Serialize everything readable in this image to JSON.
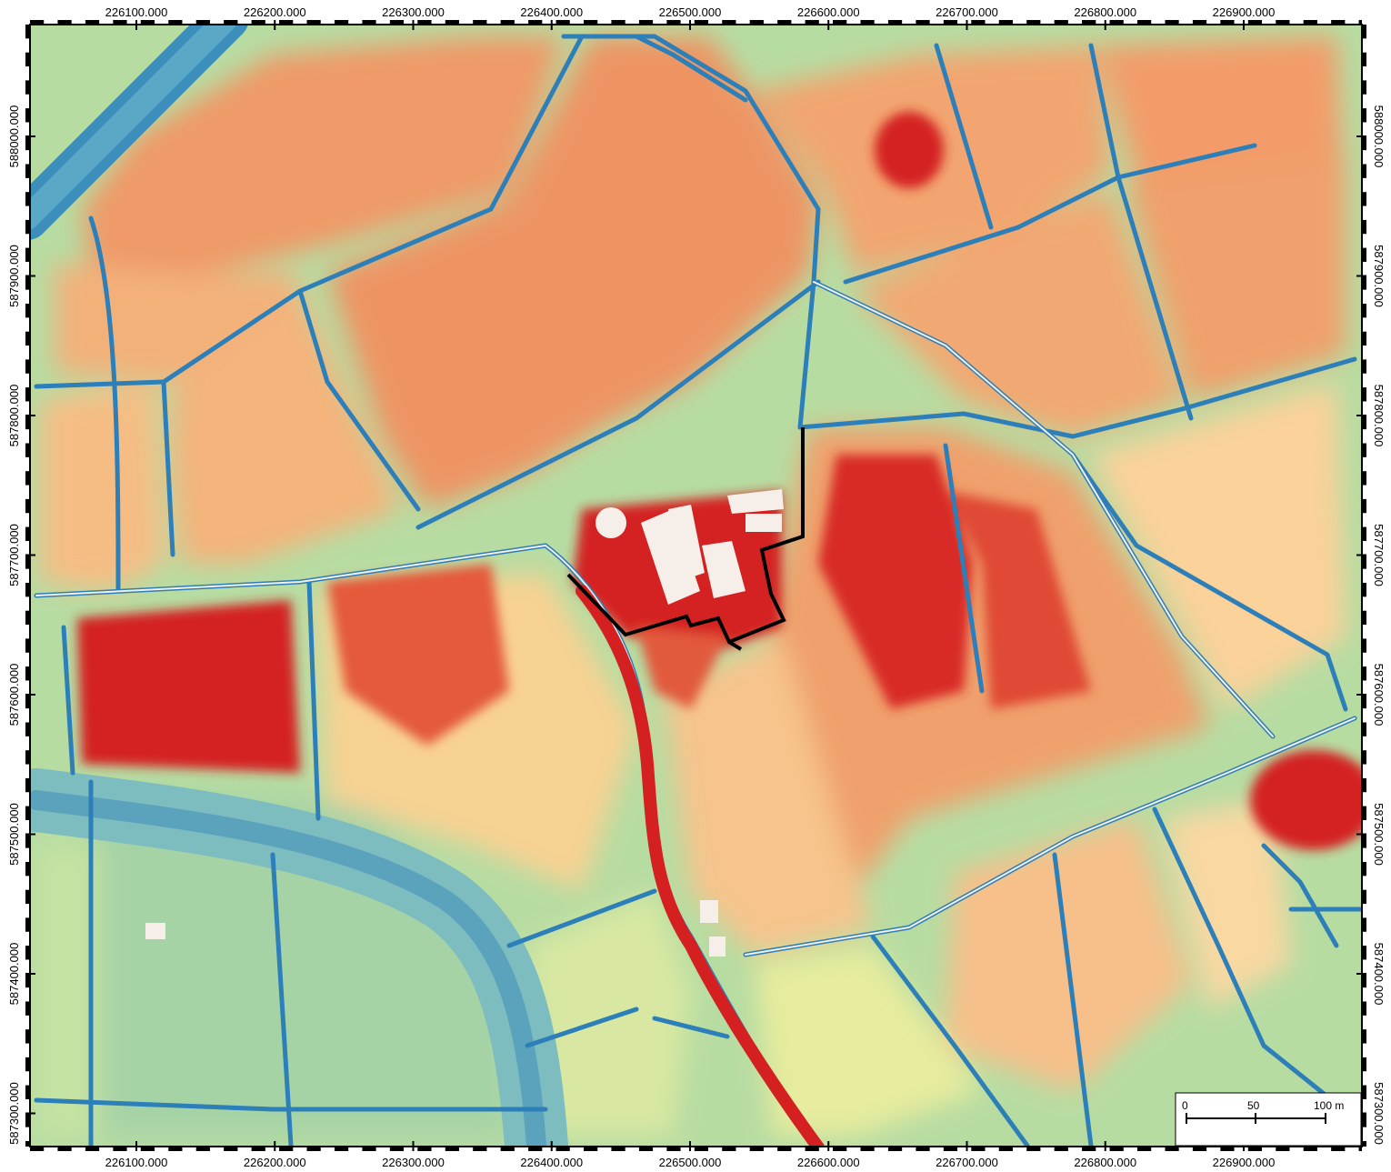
{
  "map": {
    "coordinate_grid": {
      "x_labels": [
        "226100.000",
        "226200.000",
        "226300.000",
        "226400.000",
        "226500.000",
        "226600.000",
        "226700.000",
        "226800.000",
        "226900.000"
      ],
      "y_labels": [
        "588000.000",
        "587900.000",
        "587800.000",
        "587700.000",
        "587600.000",
        "587500.000",
        "587400.000",
        "587300.000"
      ]
    },
    "scale_bar": {
      "labels": [
        "0",
        "50",
        "100 m"
      ]
    },
    "colors": {
      "high": "#d7191c",
      "mid_high": "#f08c5a",
      "mid": "#fee8a8",
      "mid_low": "#b6dca0",
      "low": "#2b83ba",
      "void": "#f6efe9",
      "boundary": "#000000"
    }
  }
}
